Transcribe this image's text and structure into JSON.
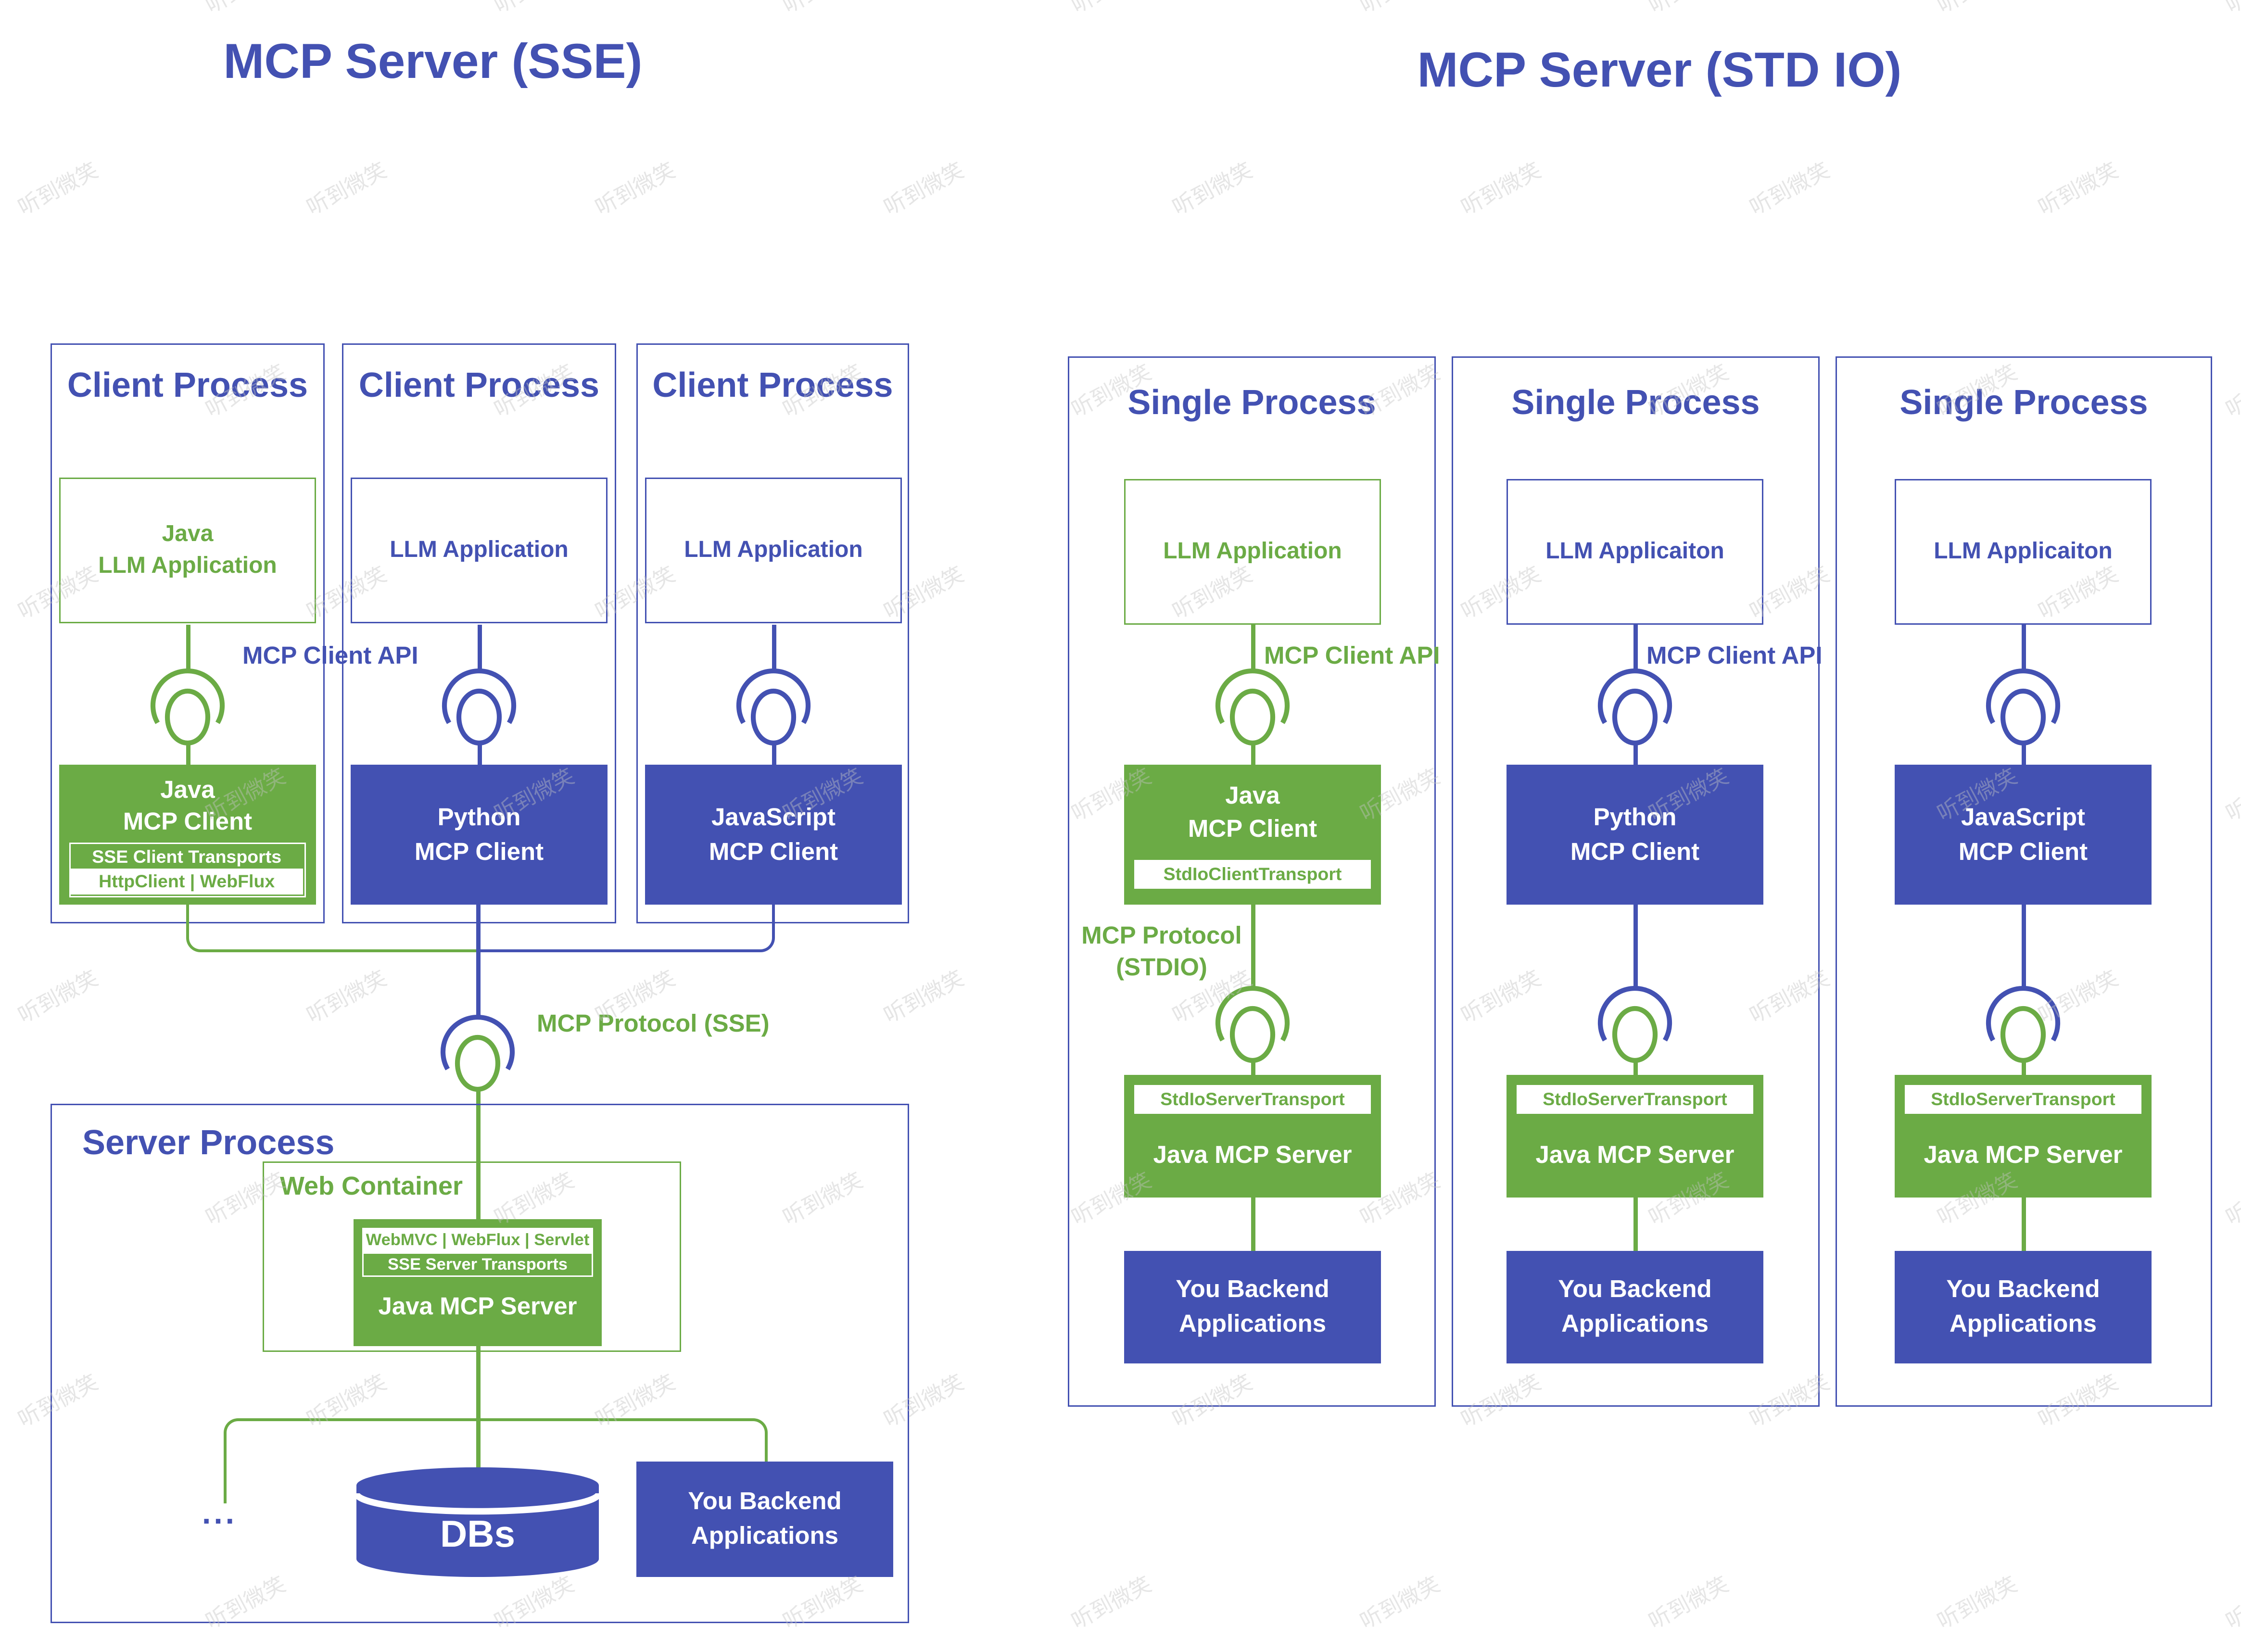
{
  "watermark": {
    "text": "听到微笑"
  },
  "colors": {
    "green": "#6bab45",
    "blue": "#4351b2"
  },
  "sse": {
    "title": "MCP Server (SSE)",
    "client_api_label": "MCP Client API",
    "protocol_label": "MCP Protocol (SSE)",
    "ellipsis": "...",
    "columns": [
      {
        "header": "Client Process",
        "app_line1": "Java",
        "app_line2": "LLM Application",
        "client_line1": "Java",
        "client_line2": "MCP Client",
        "transport_title": "SSE Client Transports",
        "transport_detail": "HttpClient | WebFlux"
      },
      {
        "header": "Client Process",
        "app": "LLM Application",
        "client_line1": "Python",
        "client_line2": "MCP Client"
      },
      {
        "header": "Client Process",
        "app": "LLM Application",
        "client_line1": "JavaScript",
        "client_line2": "MCP Client"
      }
    ],
    "server": {
      "header": "Server Process",
      "container_label": "Web Container",
      "strip1": "WebMVC | WebFlux | Servlet",
      "strip2": "SSE Server Transports",
      "name": "Java MCP Server"
    },
    "dbs_label": "DBs",
    "backend": {
      "line1": "You Backend",
      "line2": "Applications"
    }
  },
  "stdio": {
    "title": "MCP Server (STD IO)",
    "client_api_label": "MCP Client API",
    "protocol_line1": "MCP Protocol",
    "protocol_line2": "(STDIO)",
    "columns": [
      {
        "header": "Single Process",
        "app": "LLM Application",
        "client_line1": "Java",
        "client_line2": "MCP Client",
        "client_transport": "StdIoClientTransport",
        "server_transport": "StdIoServerTransport",
        "server_name": "Java MCP Server",
        "backend_line1": "You Backend",
        "backend_line2": "Applications"
      },
      {
        "header": "Single Process",
        "app": "LLM Applicaiton",
        "client_line1": "Python",
        "client_line2": "MCP Client",
        "server_transport": "StdIoServerTransport",
        "server_name": "Java MCP Server",
        "backend_line1": "You Backend",
        "backend_line2": "Applications"
      },
      {
        "header": "Single Process",
        "app": "LLM Applicaiton",
        "client_line1": "JavaScript",
        "client_line2": "MCP Client",
        "server_transport": "StdIoServerTransport",
        "server_name": "Java MCP Server",
        "backend_line1": "You Backend",
        "backend_line2": "Applications"
      }
    ]
  }
}
